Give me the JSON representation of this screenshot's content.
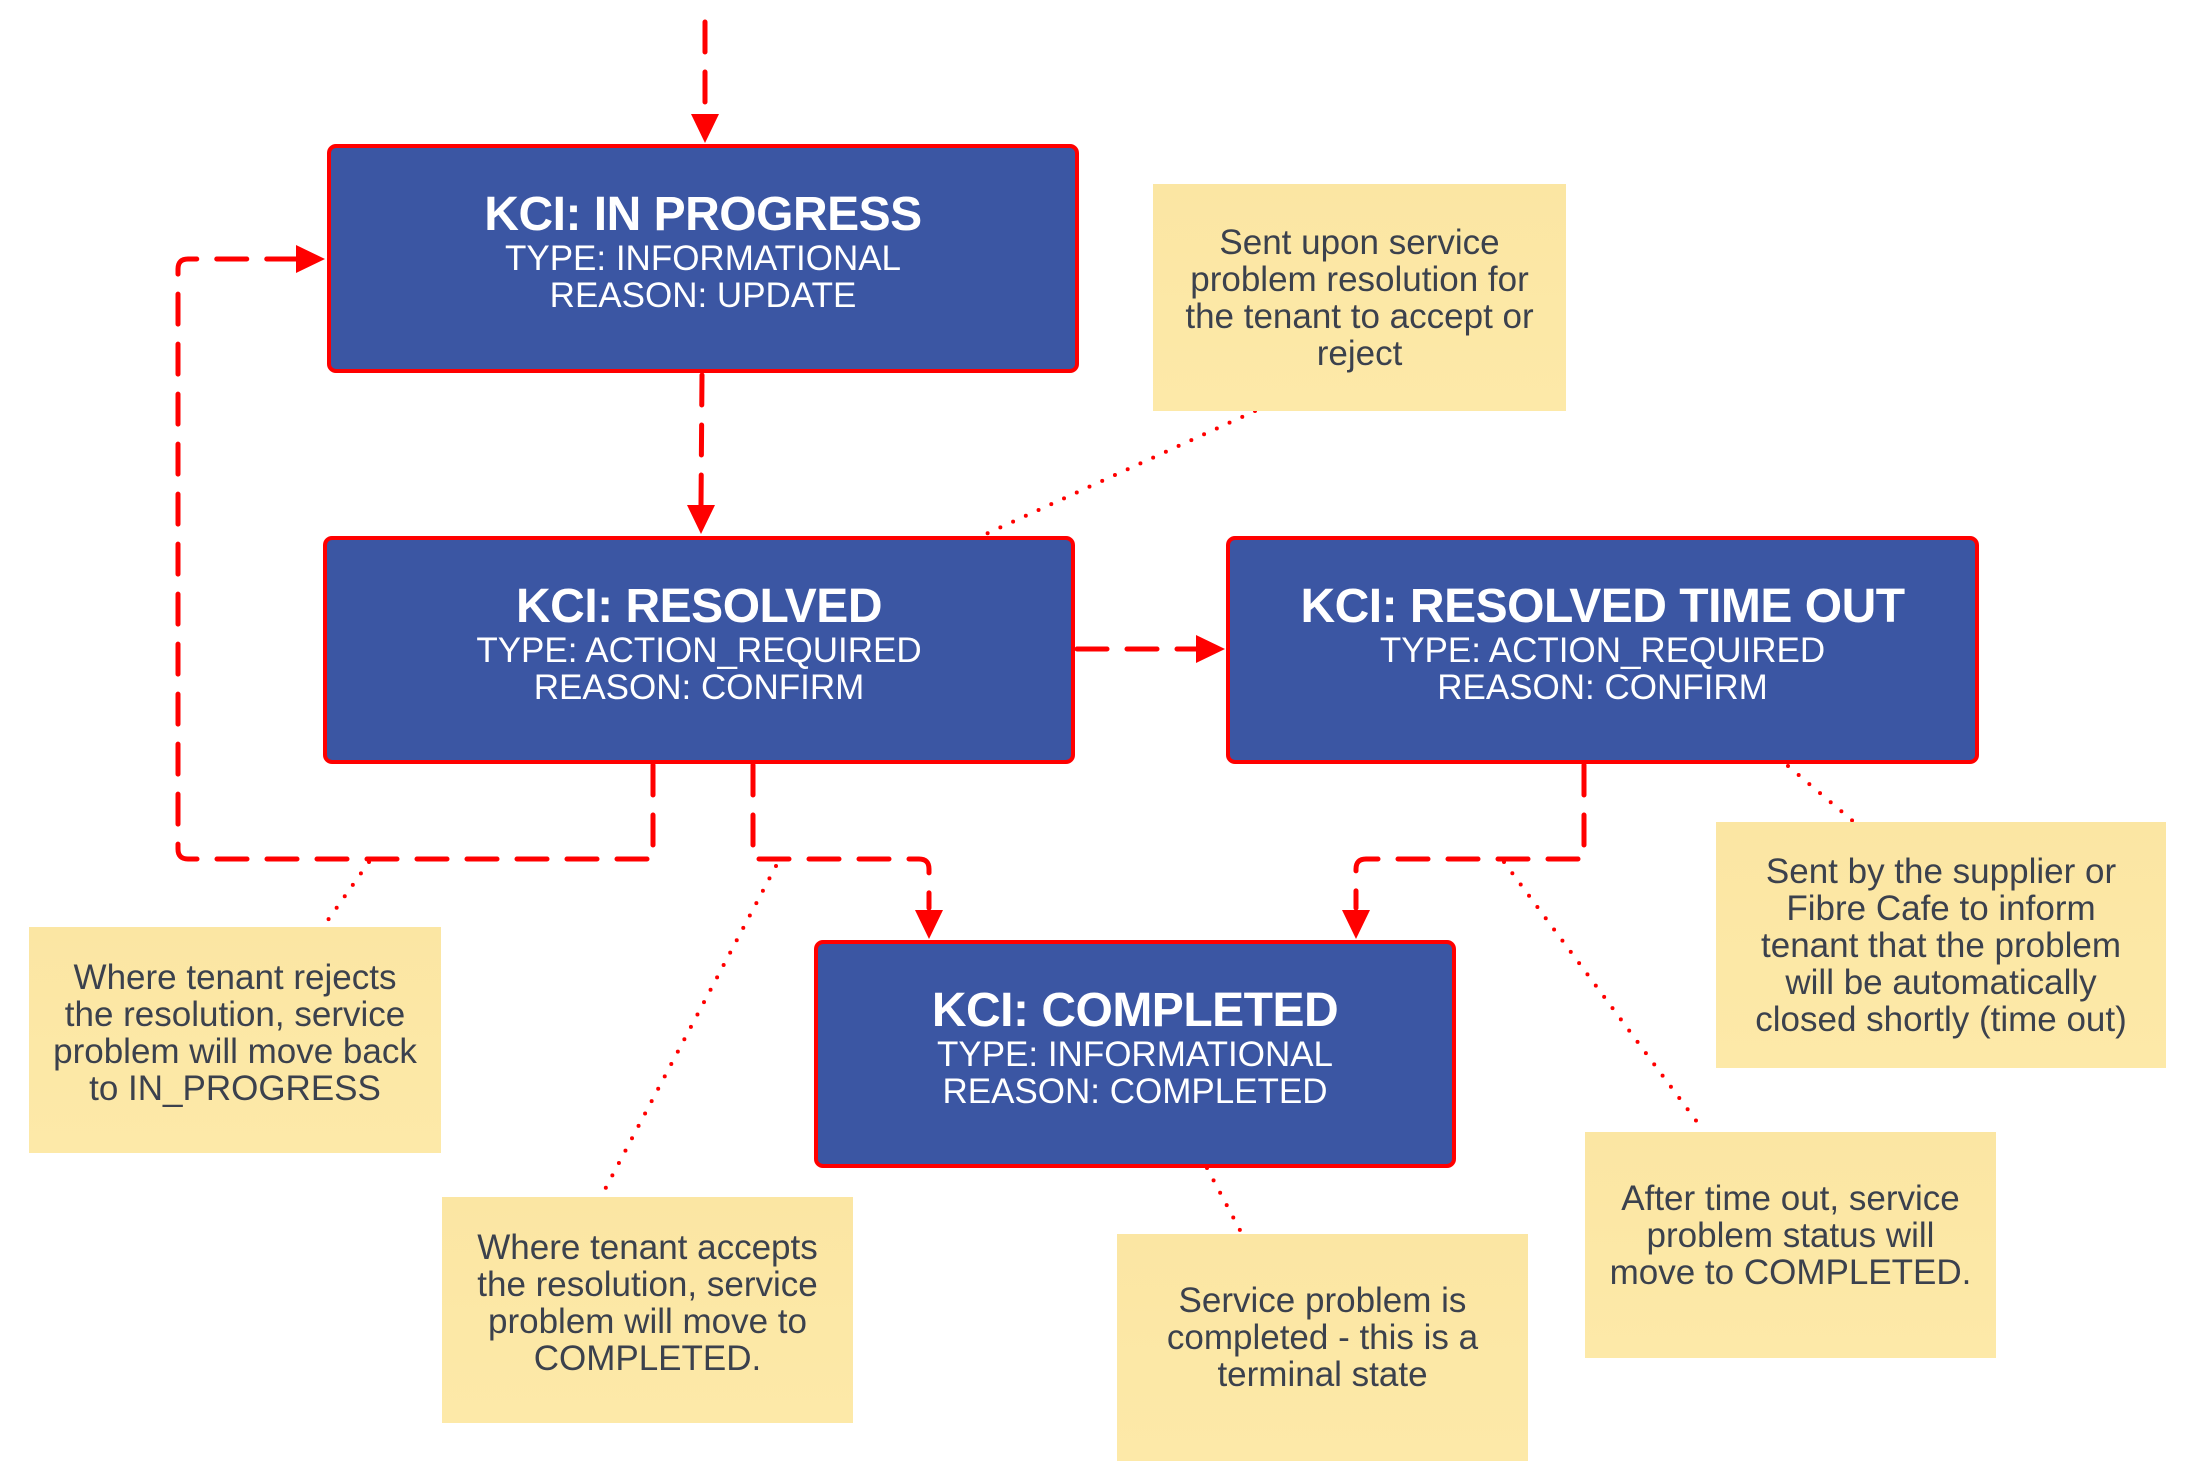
{
  "diagram": {
    "colors": {
      "state_fill": "#3b56a3",
      "state_border": "#ff0000",
      "state_text": "#ffffff",
      "connector": "#ff0000",
      "note_fill": "#fbe6a5",
      "note_text": "#3b414d"
    },
    "states": {
      "in_progress": {
        "title": "KCI: IN PROGRESS",
        "type": "TYPE: INFORMATIONAL",
        "reason": "REASON: UPDATE"
      },
      "resolved": {
        "title": "KCI: RESOLVED",
        "type": "TYPE: ACTION_REQUIRED",
        "reason": "REASON: CONFIRM"
      },
      "resolved_time_out": {
        "title": "KCI: RESOLVED TIME OUT",
        "type": "TYPE: ACTION_REQUIRED",
        "reason": "REASON: CONFIRM"
      },
      "completed": {
        "title": "KCI: COMPLETED",
        "type": "TYPE: INFORMATIONAL",
        "reason": "REASON: COMPLETED"
      }
    },
    "transitions": [
      {
        "from": "start",
        "to": "in_progress",
        "style": "dashed"
      },
      {
        "from": "in_progress",
        "to": "resolved",
        "style": "dashed"
      },
      {
        "from": "resolved",
        "to": "in_progress",
        "style": "dashed"
      },
      {
        "from": "resolved",
        "to": "resolved_time_out",
        "style": "dashed"
      },
      {
        "from": "resolved",
        "to": "completed",
        "style": "dashed"
      },
      {
        "from": "resolved_time_out",
        "to": "completed",
        "style": "dashed"
      }
    ],
    "notes": [
      {
        "attached_to": "resolved",
        "lines": [
          "Sent upon service",
          "problem resolution for",
          "the tenant to accept or",
          "reject"
        ]
      },
      {
        "attached_to": "resolved_to_in_progress",
        "lines": [
          "Where tenant rejects",
          "the resolution, service",
          "problem will move back",
          "to IN_PROGRESS"
        ]
      },
      {
        "attached_to": "resolved_to_completed",
        "lines": [
          "Where tenant accepts",
          "the resolution, service",
          "problem will move to",
          "COMPLETED."
        ]
      },
      {
        "attached_to": "completed",
        "lines": [
          "Service problem is",
          "completed - this is a",
          "terminal state"
        ]
      },
      {
        "attached_to": "resolved_time_out_to_completed",
        "lines": [
          "After time out, service",
          "problem status will",
          "move to COMPLETED."
        ]
      },
      {
        "attached_to": "resolved_time_out",
        "lines": [
          "Sent by the supplier or",
          "Fibre Cafe to inform",
          "tenant that the problem",
          "will be automatically",
          "closed shortly (time out)"
        ]
      }
    ]
  }
}
